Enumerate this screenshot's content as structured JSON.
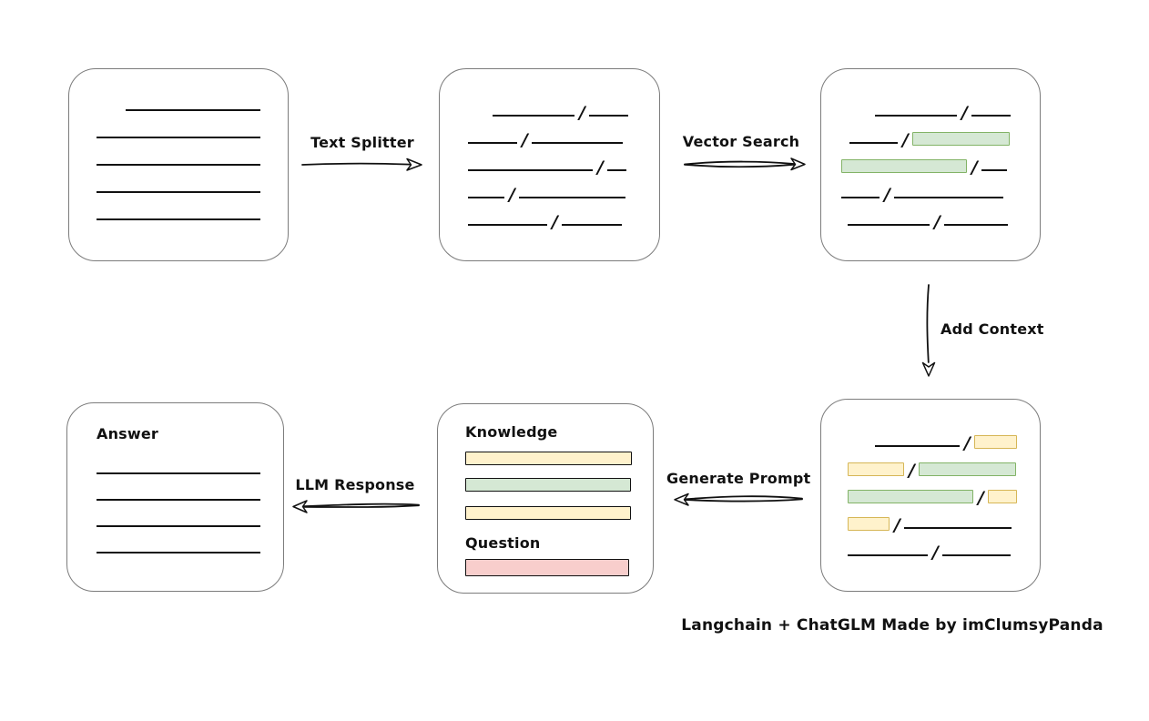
{
  "caption": "Langchain + ChatGLM Made by imClumsyPanda",
  "colors": {
    "green_fill": "#d5e8d4",
    "green_border": "#82b366",
    "yellow_fill": "#fff2cc",
    "yellow_border": "#d6b656",
    "red_fill": "#f8cecc",
    "red_border": "#b85450",
    "ink": "#111111",
    "box_border": "#7c7c7c"
  },
  "arrows": {
    "text_splitter": {
      "label": "Text Splitter"
    },
    "vector_search": {
      "label": "Vector Search"
    },
    "add_context": {
      "label": "Add Context"
    },
    "generate_prompt": {
      "label": "Generate Prompt"
    },
    "llm_response": {
      "label": "LLM Response"
    }
  },
  "boxes": {
    "source_document": {
      "rows": [
        [
          {
            "t": "sp",
            "w": 32
          },
          {
            "t": "ln",
            "w": 148
          }
        ],
        [
          {
            "t": "ln",
            "w": 180
          }
        ],
        [
          {
            "t": "ln",
            "w": 180
          }
        ],
        [
          {
            "t": "ln",
            "w": 180
          }
        ],
        [
          {
            "t": "ln",
            "w": 180
          }
        ]
      ]
    },
    "split_chunks": {
      "rows": [
        [
          {
            "t": "sp",
            "w": 27
          },
          {
            "t": "ln",
            "w": 90
          },
          {
            "t": "sl"
          },
          {
            "t": "ln",
            "w": 43
          }
        ],
        [
          {
            "t": "ln",
            "w": 54
          },
          {
            "t": "sl"
          },
          {
            "t": "ln",
            "w": 100
          }
        ],
        [
          {
            "t": "ln",
            "w": 137
          },
          {
            "t": "sl"
          },
          {
            "t": "ln",
            "w": 21
          }
        ],
        [
          {
            "t": "ln",
            "w": 40
          },
          {
            "t": "sl"
          },
          {
            "t": "ln",
            "w": 117
          }
        ],
        [
          {
            "t": "ln",
            "w": 87
          },
          {
            "t": "sl"
          },
          {
            "t": "ln",
            "w": 66
          }
        ]
      ]
    },
    "vector_matches": {
      "rows": [
        [
          {
            "t": "sp",
            "w": 37
          },
          {
            "t": "ln",
            "w": 90
          },
          {
            "t": "sl"
          },
          {
            "t": "ln",
            "w": 43
          }
        ],
        [
          {
            "t": "sp",
            "w": 9
          },
          {
            "t": "ln",
            "w": 53
          },
          {
            "t": "sl"
          },
          {
            "t": "ch",
            "c": "green",
            "w": 107
          }
        ],
        [
          {
            "t": "ch",
            "c": "green",
            "w": 138
          },
          {
            "t": "sl"
          },
          {
            "t": "ln",
            "w": 28
          }
        ],
        [
          {
            "t": "ln",
            "w": 42
          },
          {
            "t": "sl"
          },
          {
            "t": "ln",
            "w": 120
          }
        ],
        [
          {
            "t": "sp",
            "w": 7
          },
          {
            "t": "ln",
            "w": 90
          },
          {
            "t": "sl"
          },
          {
            "t": "ln",
            "w": 70
          }
        ]
      ]
    },
    "context_chunks": {
      "rows": [
        [
          {
            "t": "sp",
            "w": 30
          },
          {
            "t": "ln",
            "w": 93
          },
          {
            "t": "sl"
          },
          {
            "t": "ch",
            "c": "yellow",
            "w": 47
          }
        ],
        [
          {
            "t": "ch",
            "c": "yellow",
            "w": 62
          },
          {
            "t": "sl"
          },
          {
            "t": "ch",
            "c": "green",
            "w": 107
          }
        ],
        [
          {
            "t": "ch",
            "c": "green",
            "w": 138
          },
          {
            "t": "sl"
          },
          {
            "t": "ch",
            "c": "yellow",
            "w": 32
          }
        ],
        [
          {
            "t": "ch",
            "c": "yellow",
            "w": 46
          },
          {
            "t": "sl"
          },
          {
            "t": "ln",
            "w": 118
          }
        ],
        [
          {
            "t": "ln",
            "w": 88
          },
          {
            "t": "sl"
          },
          {
            "t": "ln",
            "w": 75
          }
        ]
      ]
    },
    "prompt": {
      "knowledge_label": "Knowledge",
      "question_label": "Question",
      "knowledge_bars": [
        {
          "c": "yellow",
          "w": 183,
          "h": 15
        },
        {
          "c": "green",
          "w": 182,
          "h": 15
        },
        {
          "c": "yellow",
          "w": 182,
          "h": 15
        }
      ],
      "question_bar": [
        {
          "c": "red",
          "w": 180,
          "h": 19
        }
      ]
    },
    "answer": {
      "label": "Answer",
      "rows": [
        [
          {
            "t": "ln",
            "w": 180
          }
        ],
        [
          {
            "t": "ln",
            "w": 180
          }
        ],
        [
          {
            "t": "ln",
            "w": 180
          }
        ],
        [
          {
            "t": "ln",
            "w": 180
          }
        ]
      ]
    }
  }
}
